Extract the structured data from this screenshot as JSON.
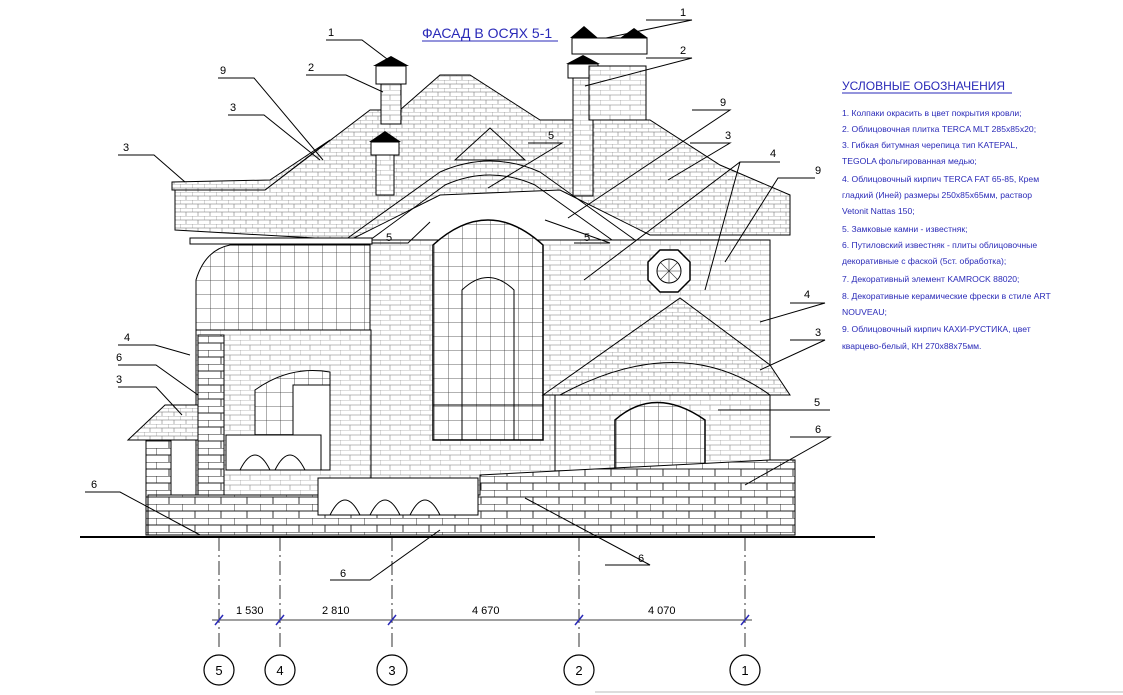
{
  "title": "ФАСАД В ОСЯХ 5-1",
  "legend": {
    "title": "УСЛОВНЫЕ ОБОЗНАЧЕНИЯ",
    "lines": [
      "1. Колпаки окрасить в цвет покрытия кровли;",
      "2. Облицовочная плитка TERCA MLT 285х85х20;",
      "3. Гибкая битумная черепица тип KATEPAL,",
      "TEGOLA фольгированная медью;",
      "4. Облицовочный кирпич TERCA FAT 65-85, Крем",
      "гладкий (Иней) размеры 250х85х65мм, раствор",
      "Vetonit Nattas 150;",
      "5. Замковые камни - известняк;",
      "6. Путиловский известняк - плиты облицовочные",
      "декоративные с фаской (5ст. обработка);",
      "7. Декоративный элемент KAMROCK 88020;",
      "8. Декоративные керамические фрески в стиле ART",
      "NOUVEAU;",
      "9. Облицовочный кирпич КАХИ-РУСТИКА, цвет",
      "кварцево-белый, КН 270х88х75мм."
    ]
  },
  "callouts": {
    "c1a": "1",
    "c1b": "1",
    "c2a": "2",
    "c2b": "2",
    "c9a": "9",
    "c9b": "9",
    "c9c": "9",
    "c3a": "3",
    "c3b": "3",
    "c3c": "3",
    "c3d": "3",
    "c3e": "3",
    "c5a": "5",
    "c5b": "5",
    "c5c": "5",
    "c5d": "5",
    "c4a": "4",
    "c4b": "4",
    "c4c": "4",
    "c6a": "6",
    "c6b": "6",
    "c6c": "6",
    "c6d": "6",
    "c6e": "6"
  },
  "dimensions": [
    "1 530",
    "2 810",
    "4 670",
    "4 070"
  ],
  "axes": [
    "5",
    "4",
    "3",
    "2",
    "1"
  ]
}
